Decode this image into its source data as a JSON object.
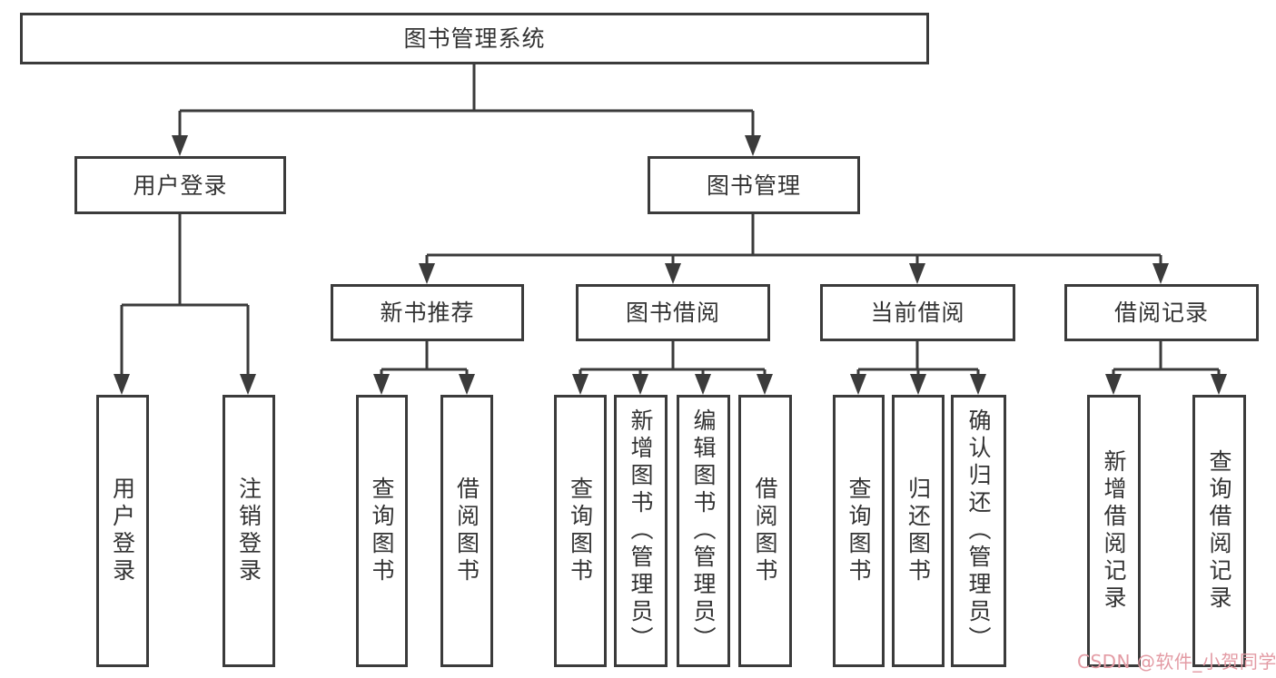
{
  "colors": {
    "line": "#3b3b3b",
    "text": "#333333",
    "background": "#ffffff",
    "watermark": "#e39ba4"
  },
  "diagram": {
    "root": "图书管理系统",
    "level2": [
      "用户登录",
      "图书管理"
    ],
    "level3": [
      "新书推荐",
      "图书借阅",
      "当前借阅",
      "借阅记录"
    ],
    "leaves": {
      "user_login": [
        "用户登录",
        "注销登录"
      ],
      "new_book_recommend": [
        "查询图书",
        "借阅图书"
      ],
      "book_borrow": [
        "查询图书",
        "新增图书（管理员）",
        "编辑图书（管理员）",
        "借阅图书"
      ],
      "current_borrow": [
        "查询图书",
        "归还图书",
        "确认归还（管理员）"
      ],
      "borrow_record": [
        "新增借阅记录",
        "查询借阅记录"
      ]
    }
  },
  "watermark": {
    "text": "CSDN @软件_小贺同学"
  }
}
